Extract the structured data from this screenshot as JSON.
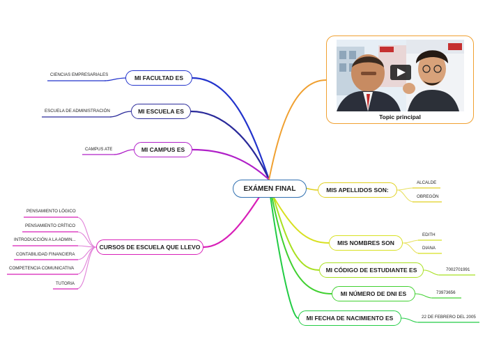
{
  "center": {
    "label": "EXÁMEN FINAL"
  },
  "topic": {
    "caption": "Topic principal"
  },
  "colors": {
    "blue": "#2233cc",
    "navy": "#2a2a9a",
    "purple": "#6a1fb0",
    "violet": "#b020c8",
    "magenta": "#d81fb8",
    "orange": "#f0a030",
    "yellow": "#e0d020",
    "lime": "#a8e020",
    "green": "#40d030",
    "green2": "#22cc44",
    "center_border": "#2f6fb0"
  },
  "branches": {
    "facultad": {
      "label": "MI FACULTAD ES",
      "leaf": "CIENCIAS EMPRESARIALES"
    },
    "escuela": {
      "label": "MI ESCUELA ES",
      "leaf": "ESCUELA DE ADMINISTRACIÓN"
    },
    "campus": {
      "label": "MI CAMPUS ES",
      "leaf": "CAMPUS ATE"
    },
    "cursos": {
      "label": "CURSOS DE ESCUELA QUE LLEVO",
      "leaves": [
        "PENSAMIENTO LÓGICO",
        "PENSAMIENTO CRÍTICO",
        "INTRODUCCIÓN A LA ADMIN...",
        "CONTABILIDAD FINANCIERA",
        "COMPETENCIA COMUNICATIVA",
        "TUTORIA"
      ]
    },
    "apellidos": {
      "label": "MIS APELLIDOS SON:",
      "leaves": [
        "ALCALDE",
        "OBREGÓN"
      ]
    },
    "nombres": {
      "label": "MIS NOMBRES SON",
      "leaves": [
        "EDITH",
        "DIANA"
      ]
    },
    "codigo": {
      "label": "MI CÓDIGO DE ESTUDIANTE ES",
      "leaf": "7002701991"
    },
    "dni": {
      "label": "MI NÚMERO DE DNI ES",
      "leaf": "73973656"
    },
    "nacimiento": {
      "label": "MI FECHA DE NACIMIENTO ES",
      "leaf": "22 DE FEBRERO DEL 2005"
    }
  }
}
